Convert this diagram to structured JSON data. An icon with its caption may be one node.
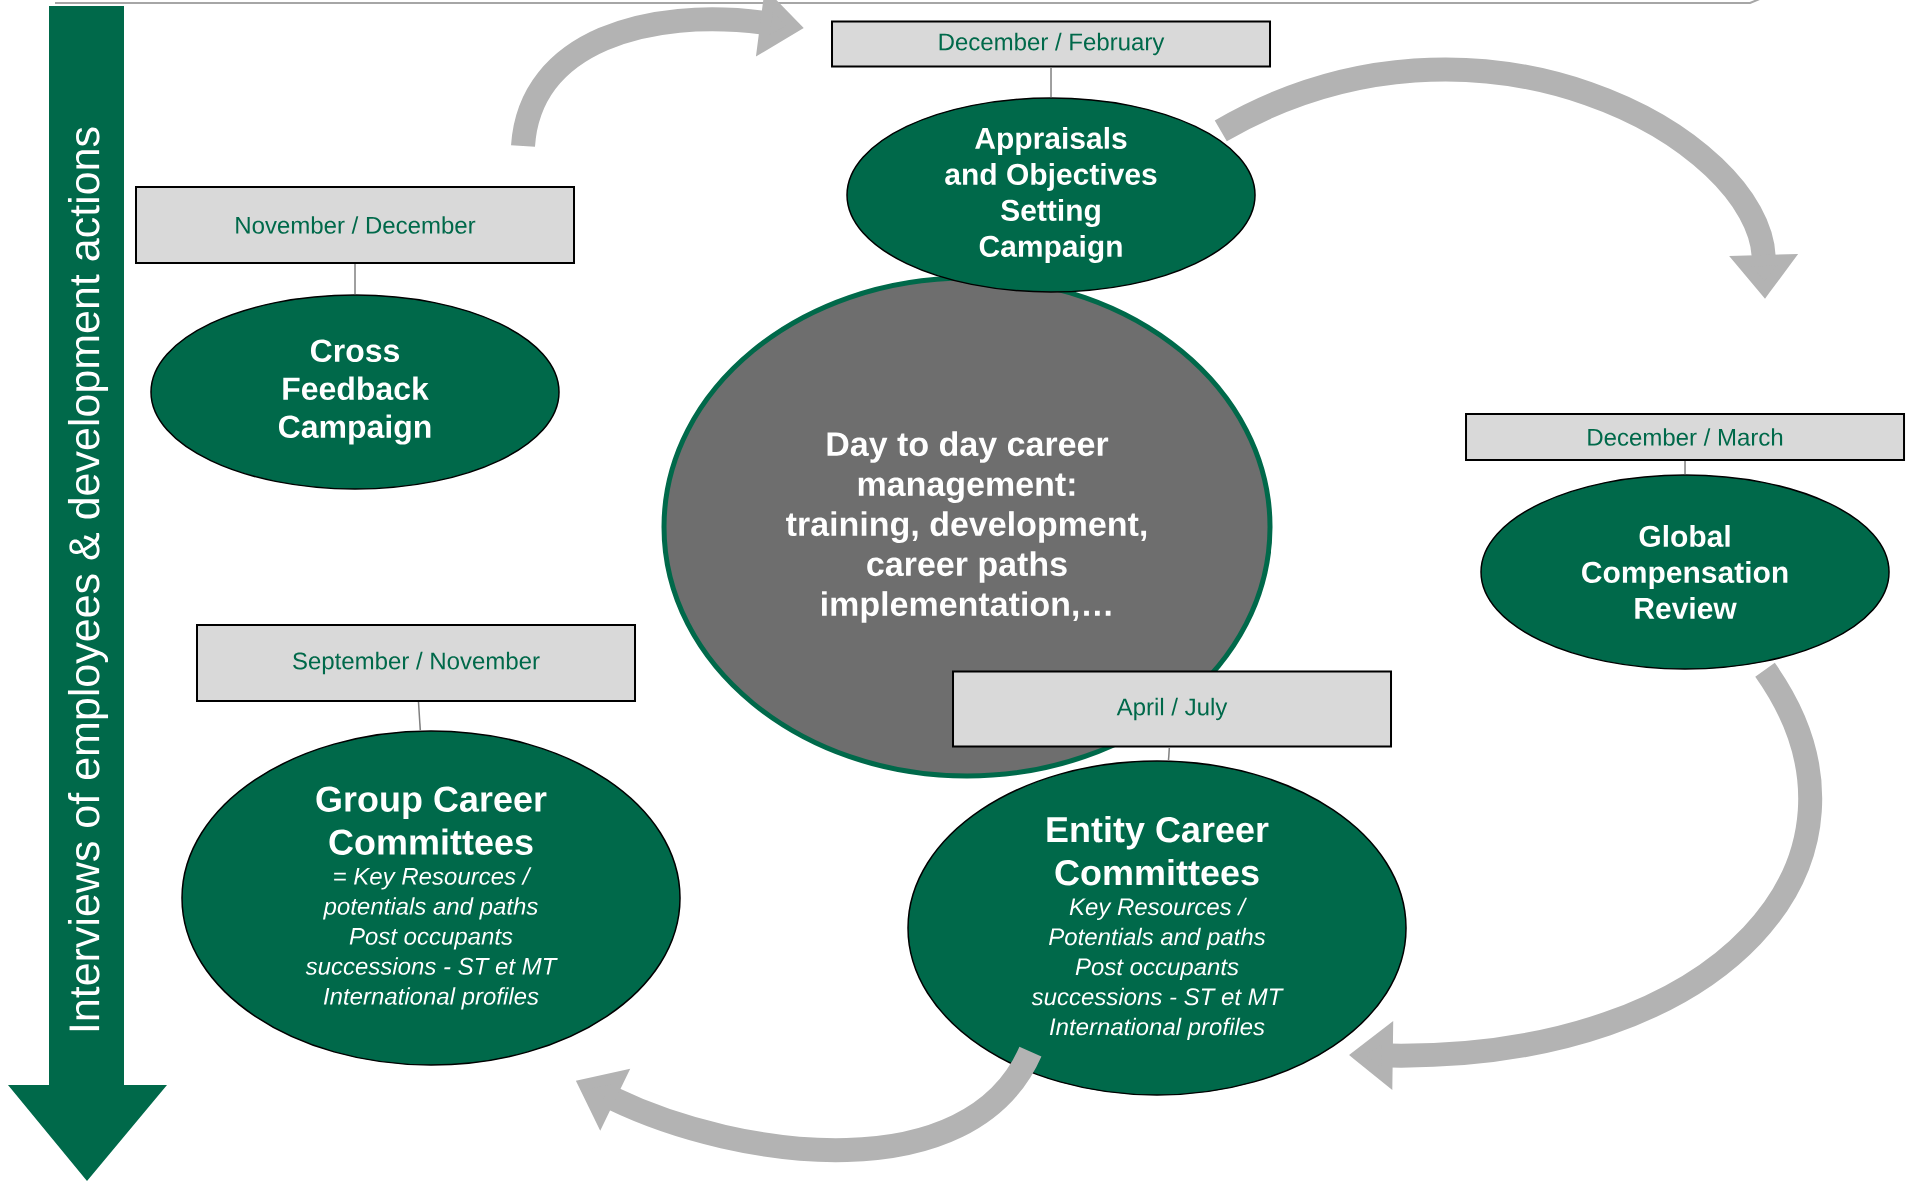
{
  "diagram": {
    "nodes": [
      {
        "text": [
          "November / December"
        ]
      },
      {
        "text": [
          "Cross Feedback Campaign"
        ]
      },
      {
        "text": [
          "December / February"
        ]
      },
      {
        "text": [
          "Appraisals and Objectives Setting Campaign"
        ]
      },
      {
        "text": [
          "Day to day career management: training, development, career paths implementation,…"
        ]
      },
      {
        "text": [
          "December /  March"
        ]
      },
      {
        "text": [
          "Global Compensation Review"
        ]
      },
      {
        "text": [
          "April /  July"
        ]
      },
      {
        "text": [
          "Entity Career Committees",
          "Key Resources / Potentials and paths",
          "Post occupants successions - ST et MT",
          "International profiles"
        ]
      },
      {
        "text": [
          "September /  November"
        ]
      },
      {
        "text": [
          "Group Career Committees",
          "= Key Resources / potentials and paths",
          "Post occupants successions - ST et MT",
          "International profiles"
        ]
      }
    ],
    "edges": [
      {
        "from": 0,
        "to": 1,
        "arrow": "none"
      },
      {
        "from": 2,
        "to": 3,
        "arrow": "none"
      },
      {
        "from": 5,
        "to": 6,
        "arrow": "none"
      },
      {
        "from": 7,
        "to": 8,
        "arrow": "none"
      },
      {
        "from": 9,
        "to": 10,
        "arrow": "none"
      },
      {
        "from": 0,
        "to": 2,
        "arrow": "to",
        "style": "thick",
        "color": "#b3b3b3"
      },
      {
        "from": 3,
        "to": 5,
        "arrow": "to",
        "style": "thick",
        "color": "#b3b3b3"
      },
      {
        "from": 6,
        "to": 8,
        "arrow": "to",
        "style": "thick",
        "color": "#b3b3b3"
      },
      {
        "from": 8,
        "to": 10,
        "arrow": "to",
        "style": "thick",
        "color": "#b3b3b3"
      }
    ],
    "labels": [
      "Interviews of employees & development actions"
    ]
  }
}
